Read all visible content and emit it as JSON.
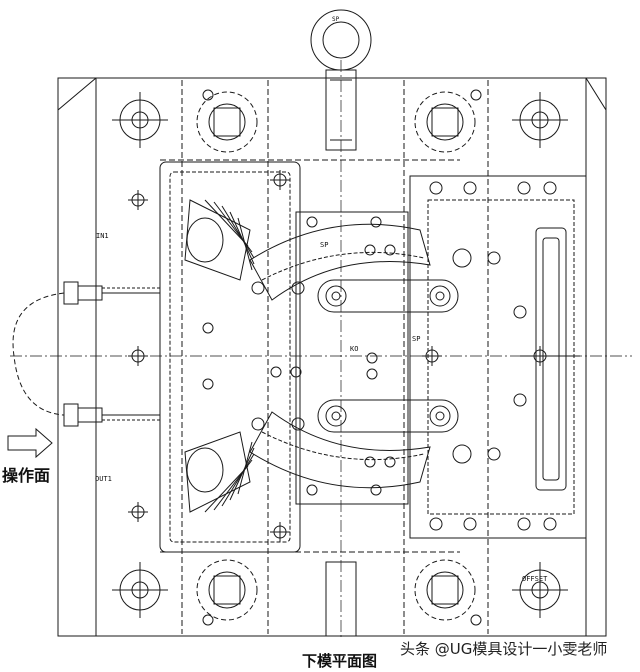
{
  "labels": {
    "operation_side": "操作面",
    "caption": "下模平面图",
    "watermark": "头条 @UG模具设计一小雯老师",
    "in1": "IN1",
    "out1": "OUT1",
    "sp": "SP",
    "ko": "KO",
    "offset": "OFFSET"
  },
  "colors": {
    "line": "#1a1a1a",
    "background": "#ffffff"
  },
  "icons": {
    "arrow": "operation-side-arrow-icon",
    "eyebolt": "lifting-eyebolt-icon"
  }
}
